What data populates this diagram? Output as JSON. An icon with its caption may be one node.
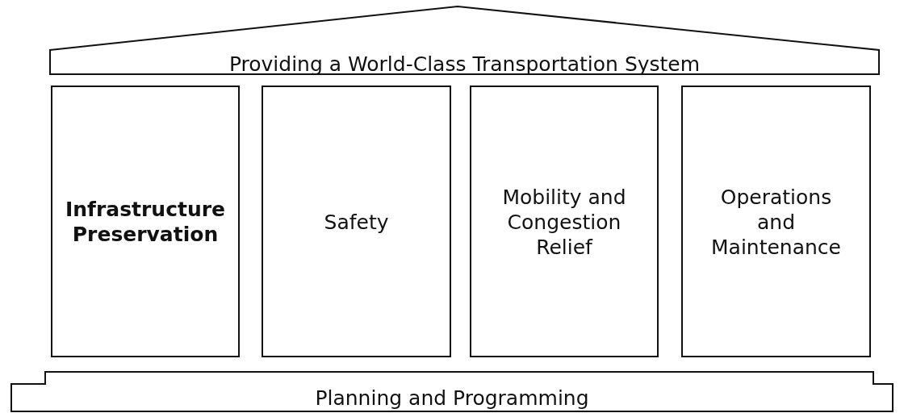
{
  "diagram": {
    "nodes": [
      {
        "text": [
          "Providing a World-Class Transportation System"
        ]
      },
      {
        "text": [
          "Infrastructure Preservation"
        ]
      },
      {
        "text": [
          "Safety"
        ]
      },
      {
        "text": [
          "Mobility and Congestion Relief"
        ]
      },
      {
        "text": [
          "Operations and Maintenance"
        ]
      },
      {
        "text": [
          "Planning and Programming"
        ]
      }
    ]
  }
}
